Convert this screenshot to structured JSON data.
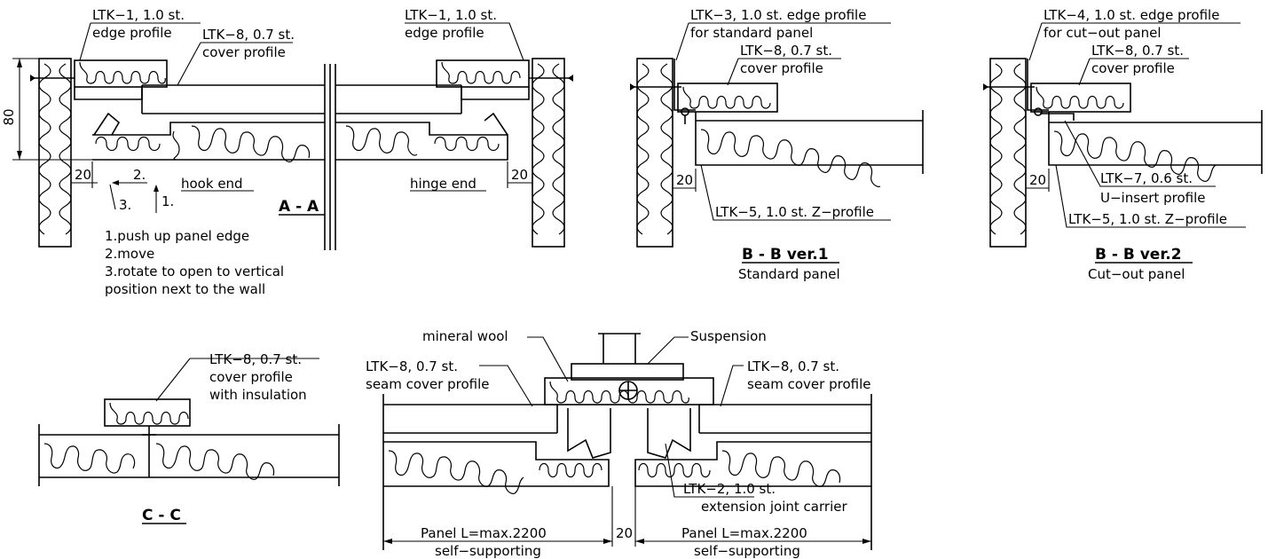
{
  "section_aa": {
    "edge_left": [
      "LTK−1, 1.0 st.",
      "edge profile"
    ],
    "edge_right": [
      "LTK−1, 1.0 st.",
      "edge profile"
    ],
    "cover": [
      "LTK−8, 0.7 st.",
      "cover profile"
    ],
    "dim_height": "80",
    "dim_left": "20",
    "dim_right": "20",
    "step1": "1.",
    "step2": "2.",
    "step3": "3.",
    "hook_end": "hook end",
    "hinge_end": "hinge end",
    "caption": "A - A",
    "instructions": [
      "1.push up panel edge",
      "2.move",
      "3.rotate to open to vertical",
      "position next to the wall"
    ]
  },
  "section_bb1": {
    "edge": [
      "LTK−3, 1.0 st. edge profile",
      "for standard panel"
    ],
    "cover": [
      "LTK−8, 0.7 st.",
      "cover profile"
    ],
    "zprofile": "LTK−5, 1.0 st. Z−profile",
    "dim": "20",
    "caption": "B - B  ver.1",
    "subcaption": "Standard panel"
  },
  "section_bb2": {
    "edge": [
      "LTK−4, 1.0 st. edge profile",
      "for cut−out panel"
    ],
    "cover": [
      "LTK−8, 0.7 st.",
      "cover profile"
    ],
    "uinsert": [
      "LTK−7, 0.6 st.",
      "U−insert profile"
    ],
    "zprofile": "LTK−5, 1.0 st. Z−profile",
    "dim": "20",
    "caption": "B - B  ver.2",
    "subcaption": "Cut−out panel"
  },
  "section_cc": {
    "cover": [
      "LTK−8, 0.7 st.",
      "cover profile",
      "with insulation"
    ],
    "caption": "C - C"
  },
  "section_joint": {
    "mineral_wool": "mineral wool",
    "suspension": "Suspension",
    "seam_left": [
      "LTK−8, 0.7 st.",
      "seam cover profile"
    ],
    "seam_right": [
      "LTK−8, 0.7 st.",
      "seam cover profile"
    ],
    "carrier": [
      "LTK−2, 1.0 st.",
      "extension joint carrier"
    ],
    "panel_left": [
      "Panel  L=max.2200",
      "self−supporting"
    ],
    "panel_right": [
      "Panel  L=max.2200",
      "self−supporting"
    ],
    "gap": "20"
  }
}
